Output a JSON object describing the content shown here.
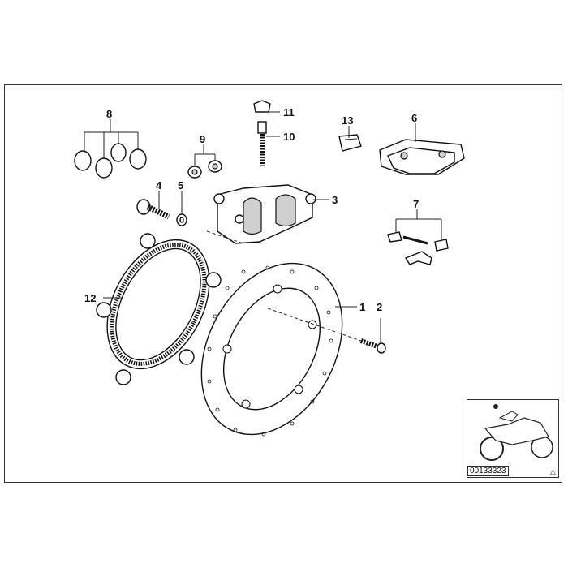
{
  "callouts": {
    "p1": "1",
    "p2": "2",
    "p3": "3",
    "p4": "4",
    "p5": "5",
    "p6": "6",
    "p7": "7",
    "p8": "8",
    "p9": "9",
    "p10": "10",
    "p11": "11",
    "p12": "12",
    "p13": "13"
  },
  "diagram_id": "00133323",
  "icons": {
    "warning": "warning-triangle-icon",
    "thumbnail": "motorcycle-thumbnail"
  }
}
